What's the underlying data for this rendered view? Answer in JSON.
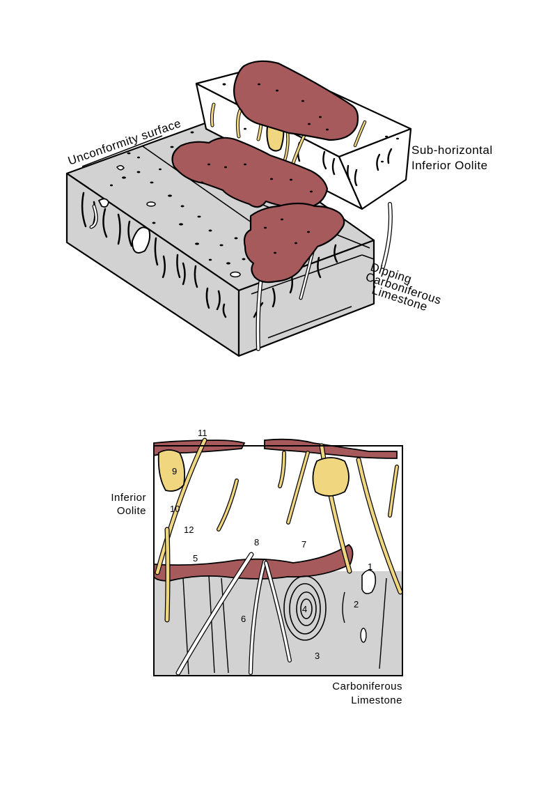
{
  "colors": {
    "limestone": "#d2d2d2",
    "oolite": "#ffffff",
    "crust": "#a65a5c",
    "infill": "#f0d77f",
    "outline": "#000000"
  },
  "block_diagram": {
    "label_unconformity": "Unconformity surface",
    "label_oolite": [
      "Sub-horizontal",
      "Inferior Oolite"
    ],
    "label_limestone": [
      "Dipping",
      "Carboniferous",
      "Limestone"
    ]
  },
  "section_diagram": {
    "label_oolite": [
      "Inferior",
      "Oolite"
    ],
    "label_limestone": [
      "Carboniferous",
      "Limestone"
    ],
    "numbers": [
      "1",
      "2",
      "3",
      "4",
      "5",
      "6",
      "7",
      "8",
      "9",
      "10",
      "11",
      "12"
    ]
  }
}
